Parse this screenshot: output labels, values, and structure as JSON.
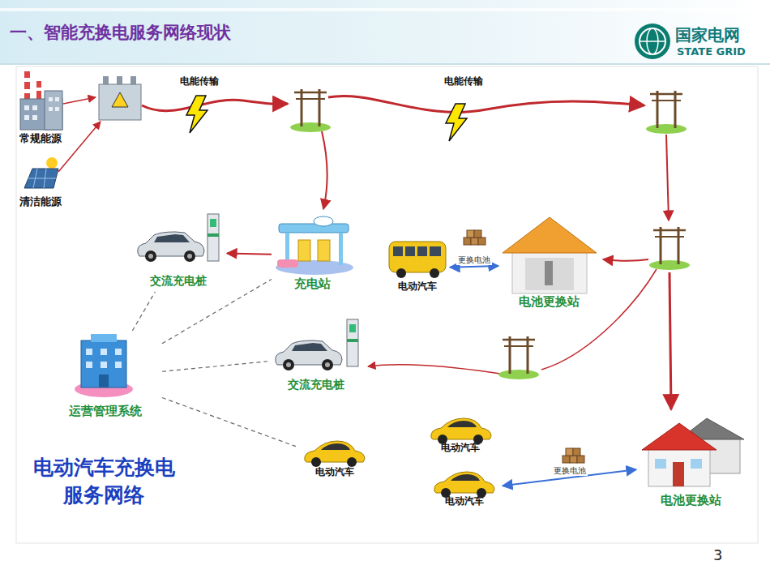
{
  "diagram": {
    "title": "一、智能充换电服务网络现状",
    "caption": "电动汽车充换电 服务网络",
    "nodes": [
      {
        "text": [
          "常规能源"
        ]
      },
      {
        "text": [
          "清洁能源"
        ]
      },
      {
        "text": [
          "交流充电桩"
        ]
      },
      {
        "text": [
          "充电站"
        ]
      },
      {
        "text": [
          "电动汽车"
        ]
      },
      {
        "text": [
          "电池更换站"
        ]
      },
      {
        "text": [
          "运营管理系统"
        ]
      },
      {
        "text": [
          "交流充电桩"
        ]
      },
      {
        "text": [
          "电动汽车"
        ]
      },
      {
        "text": [
          "电动汽车"
        ]
      },
      {
        "text": [
          "电动汽车"
        ]
      },
      {
        "text": [
          "电池更换站"
        ]
      }
    ],
    "edges": [
      {
        "from": 3,
        "to": 2,
        "arrow": "to"
      },
      {
        "from": 4,
        "to": 5,
        "label": "更换电池",
        "arrow": "both"
      },
      {
        "from": 6,
        "to": 2,
        "arrow": "none"
      },
      {
        "from": 6,
        "to": 3,
        "arrow": "none"
      },
      {
        "from": 6,
        "to": 7,
        "arrow": "none"
      },
      {
        "from": 6,
        "to": 9,
        "arrow": "none"
      },
      {
        "from": 10,
        "to": 11,
        "label": "更换电池",
        "arrow": "both"
      }
    ],
    "labels": [
      "电能传输",
      "电能传输",
      "国家电网",
      "STATE GRID",
      "3"
    ]
  }
}
